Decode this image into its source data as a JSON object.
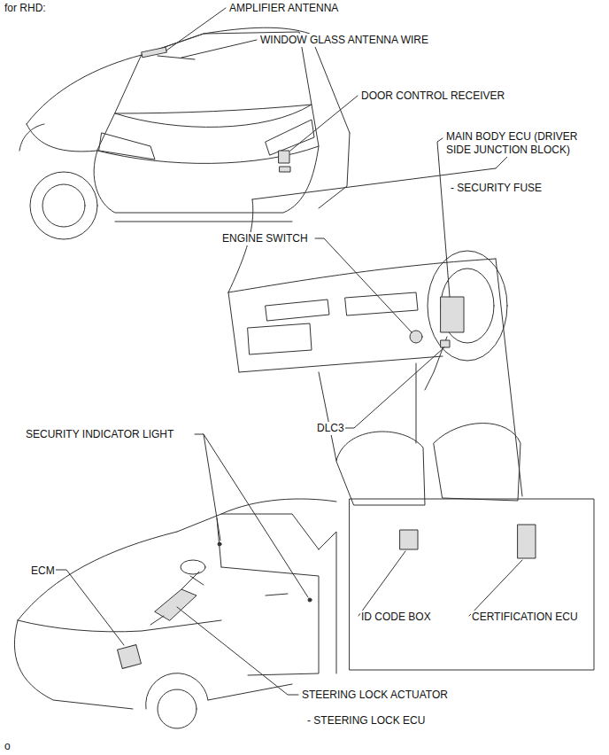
{
  "diagram": {
    "labels": [
      "for RHD:",
      "AMPLIFIER ANTENNA",
      "WINDOW GLASS ANTENNA WIRE",
      "DOOR CONTROL RECEIVER",
      "MAIN BODY ECU (DRIVER SIDE JUNCTION BLOCK)",
      "- SECURITY FUSE",
      "ENGINE SWITCH",
      "DLC3",
      "SECURITY INDICATOR LIGHT",
      "ECM",
      "ID CODE BOX",
      "CERTIFICATION ECU",
      "STEERING LOCK ACTUATOR",
      "- STEERING LOCK ECU",
      "o"
    ]
  }
}
